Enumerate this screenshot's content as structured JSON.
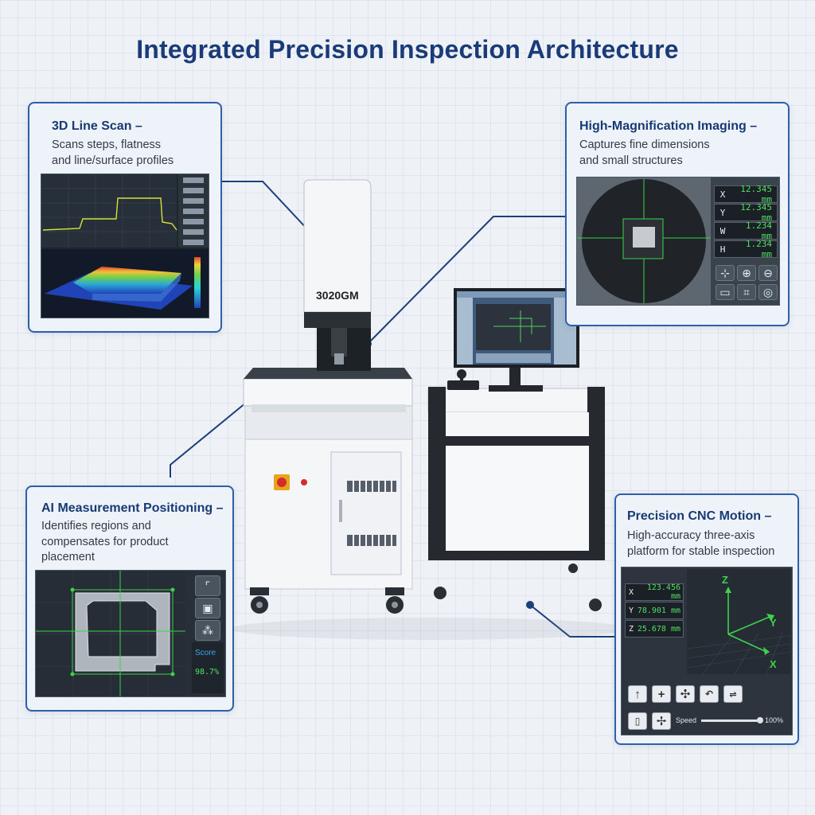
{
  "title": "Integrated Precision Inspection Architecture",
  "machine": {
    "model_label": "3020GM"
  },
  "callouts": {
    "line_scan": {
      "heading": "3D Line Scan –",
      "lines": [
        "Scans steps, flatness",
        "and line/surface profiles"
      ]
    },
    "magnification": {
      "heading": "High-Magnification Imaging –",
      "lines": [
        "Captures fine dimensions",
        "and small structures"
      ],
      "readouts": [
        {
          "axis": "X",
          "value": "12.345 mm"
        },
        {
          "axis": "Y",
          "value": "12.345 mm"
        },
        {
          "axis": "W",
          "value": "1.234 mm"
        },
        {
          "axis": "H",
          "value": "1.234 mm"
        }
      ]
    },
    "ai_positioning": {
      "heading": "AI Measurement Positioning –",
      "lines": [
        "Identifies regions and",
        "compensates for product",
        "placement"
      ],
      "score_label": "Score",
      "score_value": "98.7%"
    },
    "cnc_motion": {
      "heading": "Precision CNC Motion –",
      "lines": [
        "High-accuracy three-axis",
        "platform for stable inspection"
      ],
      "readouts": [
        {
          "axis": "X",
          "value": "123.456 mm"
        },
        {
          "axis": "Y",
          "value": "78.901 mm"
        },
        {
          "axis": "Z",
          "value": "25.678 mm"
        }
      ],
      "axis_labels": {
        "z": "Z",
        "y": "Y",
        "x": "X"
      },
      "speed_label": "Speed",
      "speed_value": "100%",
      "speed_fraction": 1.0
    }
  },
  "colors": {
    "title": "#1a3a78",
    "callout_border": "#2f5fa8",
    "connector": "#1d3f7a",
    "readout_green": "#4fe062",
    "crosshair_green": "#3cd24a"
  }
}
